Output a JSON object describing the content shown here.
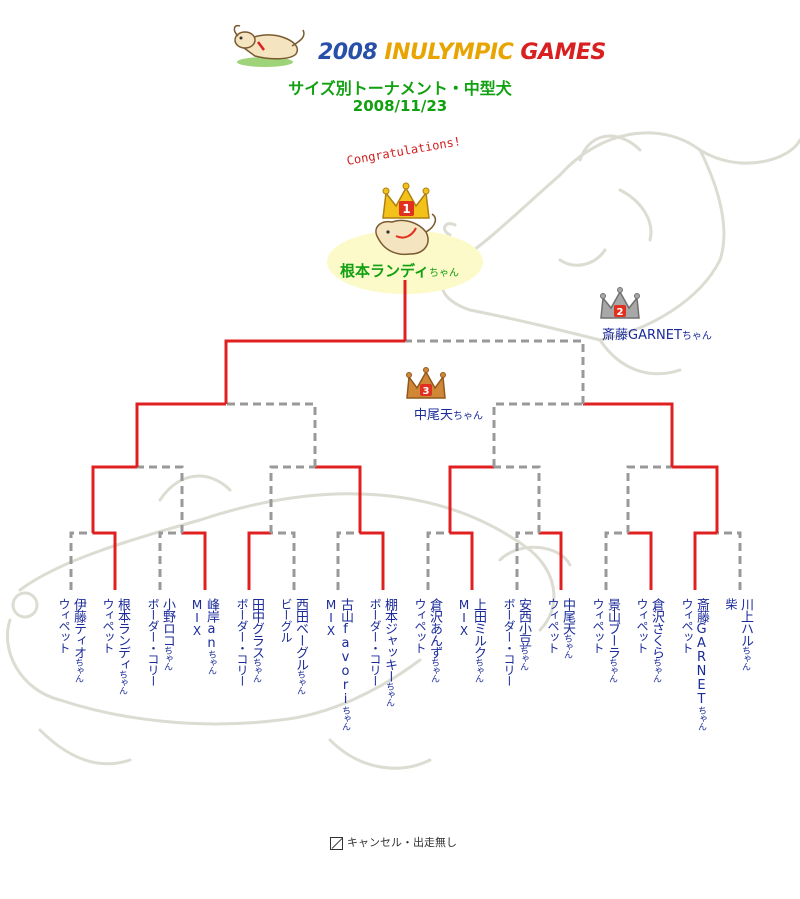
{
  "header": {
    "logo_year": "2008",
    "logo_word1": "INULYMPIC",
    "logo_word2": "GAMES",
    "subtitle": "サイズ別トーナメント・中型犬",
    "date": "2008/11/23"
  },
  "results": {
    "congrats": "Congratulations!",
    "first_place": {
      "rank": "1",
      "name": "根本ランディ",
      "suffix": "ちゃん"
    },
    "second_place": {
      "rank": "2",
      "name": "斎藤GARNET",
      "suffix": "ちゃん"
    },
    "third_place": {
      "rank": "3",
      "name": "中尾天",
      "suffix": "ちゃん"
    }
  },
  "entrants": [
    {
      "breed": "ウィペット",
      "name": "伊藤ティオ",
      "suffix": "ちゃん"
    },
    {
      "breed": "ウィペット",
      "name": "根本ランディ",
      "suffix": "ちゃん"
    },
    {
      "breed": "ボーダー・コリー",
      "name": "小野ロコ",
      "suffix": "ちゃん"
    },
    {
      "breed": "MIX",
      "name": "峰岸an",
      "suffix": "ちゃん"
    },
    {
      "breed": "ボーダー・コリー",
      "name": "田中グラス",
      "suffix": "ちゃん"
    },
    {
      "breed": "ビーグル",
      "name": "西田ベーグル",
      "suffix": "ちゃん"
    },
    {
      "breed": "MIX",
      "name": "古山favori",
      "suffix": "ちゃん"
    },
    {
      "breed": "ボーダー・コリー",
      "name": "棚本ジャッキー",
      "suffix": "ちゃん"
    },
    {
      "breed": "ウィペット",
      "name": "倉沢あんず",
      "suffix": "ちゃん"
    },
    {
      "breed": "MIX",
      "name": "上田ミルク",
      "suffix": "ちゃん"
    },
    {
      "breed": "ボーダー・コリー",
      "name": "安西小豆",
      "suffix": "ちゃん"
    },
    {
      "breed": "ウィペット",
      "name": "中尾天",
      "suffix": "ちゃん"
    },
    {
      "breed": "ウィペット",
      "name": "景山ブーラ",
      "suffix": "ちゃん"
    },
    {
      "breed": "ウィペット",
      "name": "倉沢さくら",
      "suffix": "ちゃん"
    },
    {
      "breed": "ウィペット",
      "name": "斎藤GARNET",
      "suffix": "ちゃん"
    },
    {
      "breed": "柴",
      "name": "川上ハル",
      "suffix": "ちゃん"
    }
  ],
  "legend": {
    "label": "キャンセル・出走無し"
  },
  "colors": {
    "win_line": "#e02020",
    "loss_line": "#999999",
    "title_green": "#10a010",
    "name_blue": "#1a2a9a"
  }
}
